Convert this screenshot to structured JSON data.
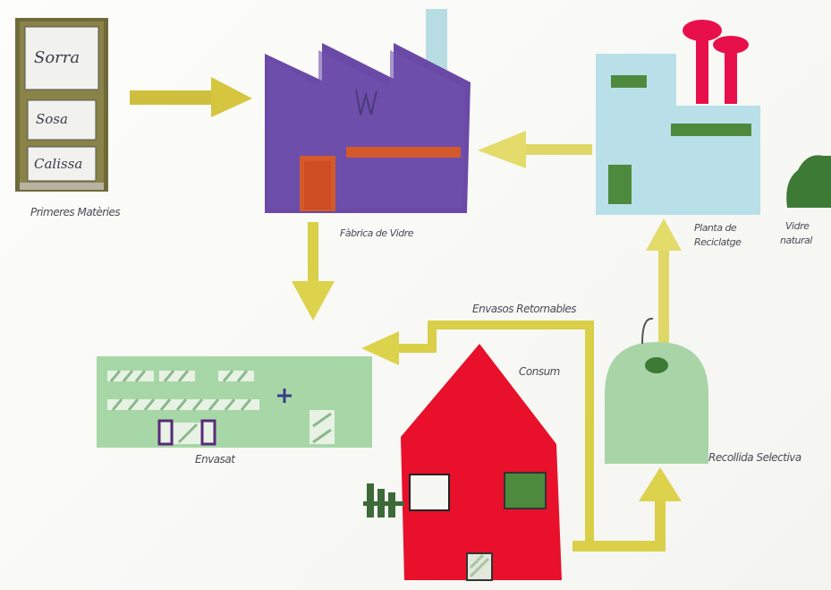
{
  "raw_materials": {
    "items": [
      "Sorra",
      "Sosa",
      "Calissa"
    ],
    "caption": "Primeres Matèries"
  },
  "labels": {
    "glass_factory": "Fàbrica de Vidre",
    "recycling_plant_line1": "Planta de",
    "recycling_plant_line2": "Reciclatge",
    "natural_glass_line1": "Vidre",
    "natural_glass_line2": "natural",
    "bottling": "Envasat",
    "consumption": "Consum",
    "reuse": "Envasos Retornables",
    "selective_collection": "Recollida Selectiva"
  },
  "colors": {
    "factory": "#6a4aa6",
    "plant": "#b9e0e8",
    "chimneys": "#e8104a",
    "bottling": "#a7d7a7",
    "house": "#e8102a",
    "container": "#a9d4a8",
    "arrow": "#d9cf48",
    "tree": "#3d7a35"
  }
}
